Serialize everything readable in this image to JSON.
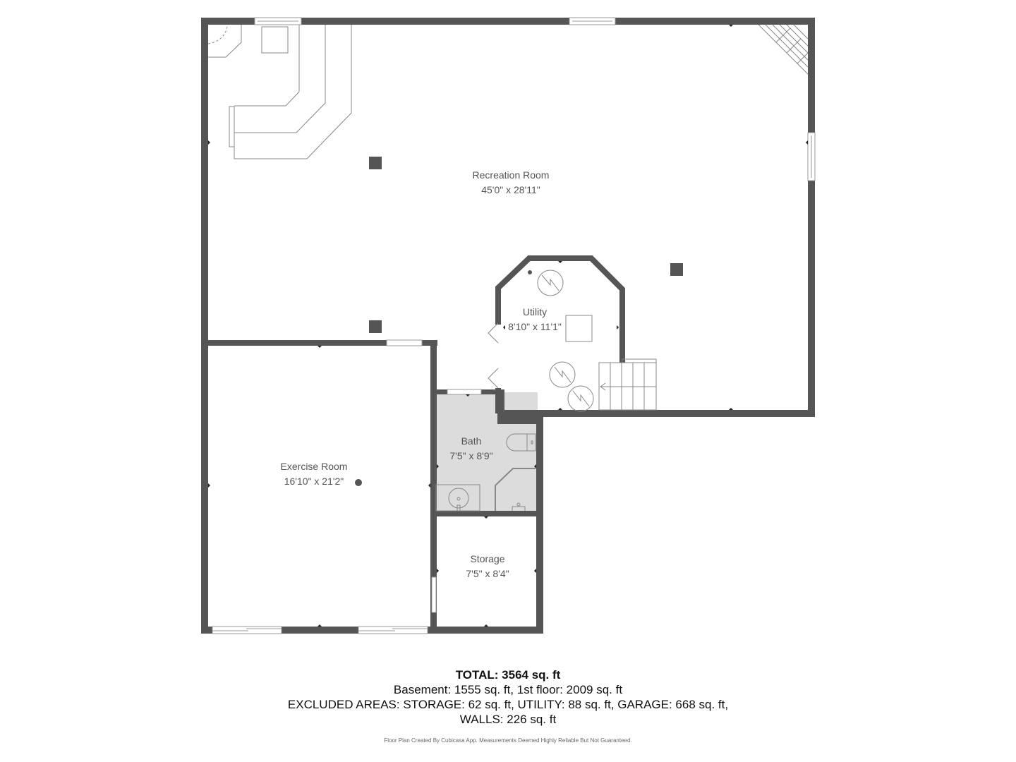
{
  "rooms": {
    "recreation": {
      "name": "Recreation Room",
      "dims": "45'0\" x 28'11\""
    },
    "utility": {
      "name": "Utility",
      "dims": "8'10\" x 11'1\""
    },
    "bath": {
      "name": "Bath",
      "dims": "7'5\" x 8'9\""
    },
    "exercise": {
      "name": "Exercise Room",
      "dims": "16'10\" x 21'2\""
    },
    "storage": {
      "name": "Storage",
      "dims": "7'5\" x 8'4\""
    }
  },
  "summary": {
    "total": "TOTAL: 3564 sq. ft",
    "floors": "Basement: 1555 sq. ft, 1st floor: 2009 sq. ft",
    "excluded": "EXCLUDED AREAS: STORAGE: 62 sq. ft, UTILITY: 88 sq. ft, GARAGE: 668 sq. ft,",
    "walls": "WALLS: 226 sq. ft"
  },
  "footer": "Floor Plan Created By Cubicasa App. Measurements Deemed Highly Reliable But Not Guaranteed.",
  "colors": {
    "wall": "#555555",
    "bath_floor": "#dcdcdc",
    "fixture": "#888888",
    "background": "#ffffff"
  }
}
